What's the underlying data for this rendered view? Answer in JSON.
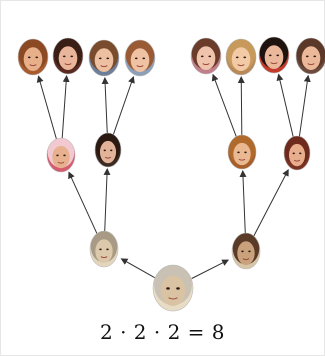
{
  "diagram": {
    "equation": "2 · 2 · 2 = 8",
    "people": [
      {
        "name": "great-grandmother-portrait",
        "gen": 0,
        "parent": null,
        "hair": "#c9c2b4",
        "skin": "#d9c3a3",
        "bg": "#e8dcc5"
      },
      {
        "name": "grandmother-left-portrait",
        "gen": 1,
        "parent": 0,
        "hair": "#a89a84",
        "skin": "#dcc8aa",
        "bg": "#e4d6bd"
      },
      {
        "name": "grandmother-right-portrait",
        "gen": 1,
        "parent": 0,
        "hair": "#5a3b28",
        "skin": "#c9a27d",
        "bg": "#d8c4a6"
      },
      {
        "name": "mother-1-portrait",
        "gen": 2,
        "parent": 1,
        "hair": "#f2c9d0",
        "skin": "#e7b08f",
        "bg": "#d55b6e"
      },
      {
        "name": "mother-2-portrait",
        "gen": 2,
        "parent": 1,
        "hair": "#2a1a12",
        "skin": "#e2b398",
        "bg": "#3b2b22"
      },
      {
        "name": "mother-3-portrait",
        "gen": 2,
        "parent": 2,
        "hair": "#b06a2c",
        "skin": "#eab891",
        "bg": "#a65e2b"
      },
      {
        "name": "mother-4-portrait",
        "gen": 2,
        "parent": 2,
        "hair": "#6e2a1c",
        "skin": "#e8ad8c",
        "bg": "#7a3322"
      },
      {
        "name": "child-1-portrait",
        "gen": 3,
        "parent": 3,
        "hair": "#8c4a24",
        "skin": "#e8b08a",
        "bg": "#a85b2e"
      },
      {
        "name": "child-2-portrait",
        "gen": 3,
        "parent": 3,
        "hair": "#3a1f16",
        "skin": "#e9b69c",
        "bg": "#5a2a22"
      },
      {
        "name": "child-3-portrait",
        "gen": 3,
        "parent": 4,
        "hair": "#7a4b2d",
        "skin": "#eec0a2",
        "bg": "#6d7f9a"
      },
      {
        "name": "child-4-portrait",
        "gen": 3,
        "parent": 4,
        "hair": "#9a5a34",
        "skin": "#efc2a4",
        "bg": "#8e9fb8"
      },
      {
        "name": "child-5-portrait",
        "gen": 3,
        "parent": 5,
        "hair": "#6b3c2a",
        "skin": "#f0c4ac",
        "bg": "#c07f8a"
      },
      {
        "name": "child-6-portrait",
        "gen": 3,
        "parent": 5,
        "hair": "#c79a5c",
        "skin": "#f2caa6",
        "bg": "#b98a58"
      },
      {
        "name": "child-7-portrait",
        "gen": 3,
        "parent": 6,
        "hair": "#1e130f",
        "skin": "#ecb89c",
        "bg": "#c23a2a"
      },
      {
        "name": "child-8-portrait",
        "gen": 3,
        "parent": 6,
        "hair": "#5c3828",
        "skin": "#ebb89a",
        "bg": "#6c4a3c"
      }
    ]
  }
}
